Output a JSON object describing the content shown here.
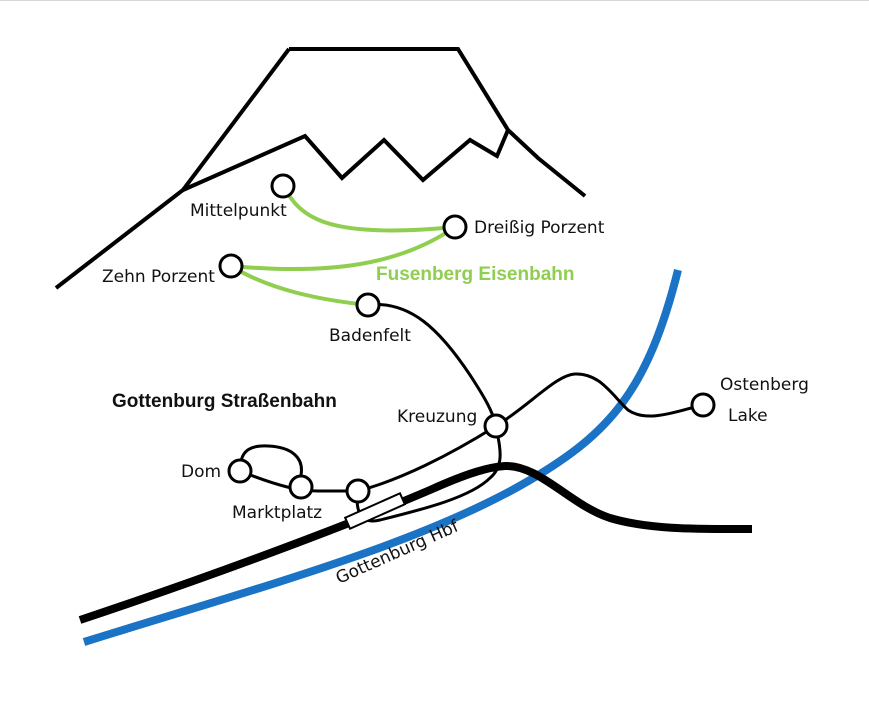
{
  "map": {
    "titles": {
      "tram": "Gottenburg Straßenbahn",
      "mountain_railway": "Fusenberg Eisenbahn"
    },
    "rail_label": "Gottenburg Hbf",
    "stations": {
      "mittelpunkt": "Mittelpunkt",
      "dreissig": "Dreißig Porzent",
      "zehn": "Zehn Porzent",
      "badenfelt": "Badenfelt",
      "kreuzung": "Kreuzung",
      "ostenberg": "Ostenberg",
      "lake": "Lake",
      "dom": "Dom",
      "marktplatz": "Marktplatz"
    },
    "colors": {
      "mountain_railway": "#8fce4f",
      "river": "#1a73c4",
      "rail": "#000000",
      "tram": "#000000"
    }
  }
}
